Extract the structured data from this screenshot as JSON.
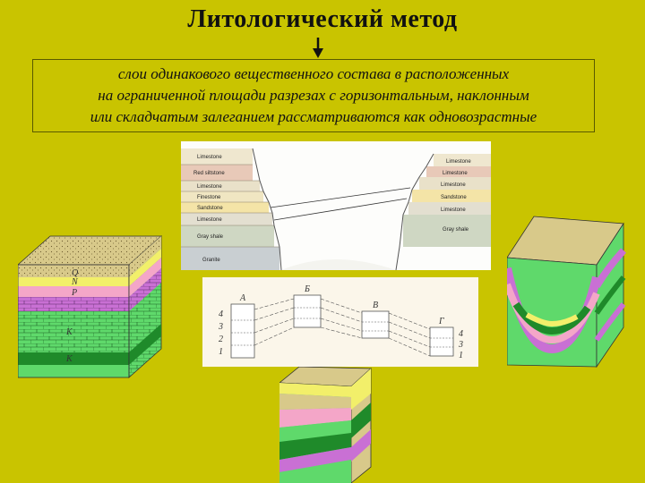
{
  "title": "Литологический метод",
  "definition": {
    "lines": [
      "слои одинакового вещественного состава в расположенных",
      "на ограниченной площади разрезах с горизонтальным, наклонным",
      "или складчатым залеганием рассматриваются как одновозрастные"
    ]
  },
  "canyon": {
    "left_labels": [
      "Limestone",
      "Red siltstone",
      "Limestone",
      "Finestone",
      "Sandstone",
      "Limestone",
      "Gray shale",
      "Granite"
    ],
    "right_labels": [
      "Limestone",
      "Limestone",
      "Limestone",
      "Sandstone",
      "Limestone",
      "Gray shale"
    ]
  },
  "correlation": {
    "column_letters": [
      "А",
      "Б",
      "В",
      "Г"
    ],
    "left_numbers": [
      "4",
      "3",
      "2",
      "1"
    ],
    "right_numbers": [
      "4",
      "3",
      "1"
    ]
  },
  "block_left": {
    "letters": [
      "Q",
      "N",
      "P",
      "K",
      "K"
    ]
  },
  "colors": {
    "background": "#c9c400",
    "sand": "#d8c98a",
    "pink": "#f4a6c8",
    "purple": "#c970d4",
    "green": "#5fd96b",
    "darkgreen": "#1f8a2a",
    "yellow": "#f2ef6a"
  }
}
